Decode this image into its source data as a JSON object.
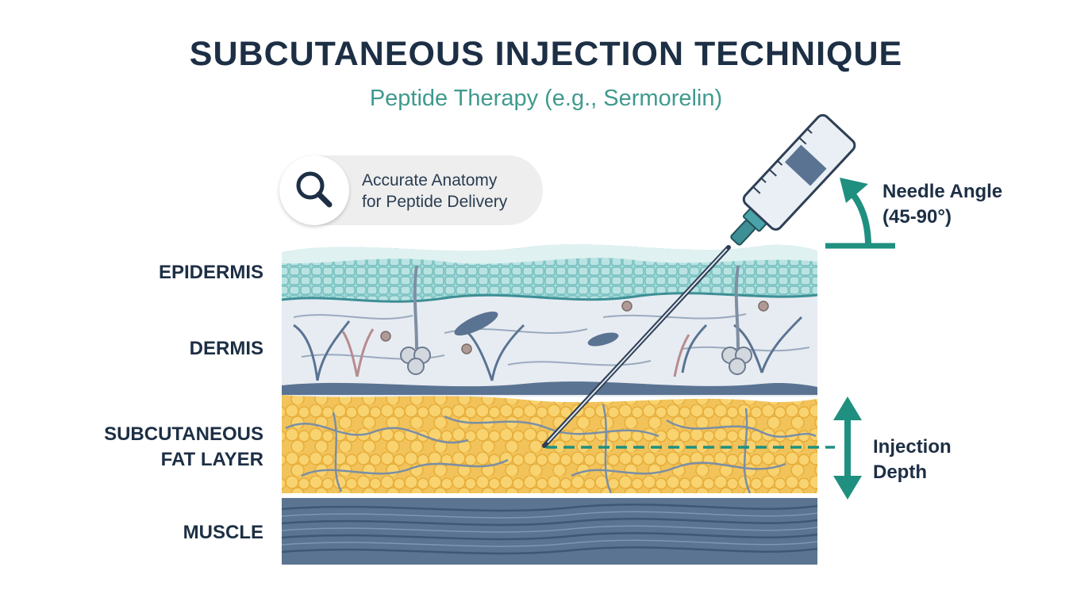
{
  "header": {
    "title": "SUBCUTANEOUS INJECTION TECHNIQUE",
    "subtitle": "Peptide Therapy (e.g., Sermorelin)"
  },
  "callout": {
    "line1": "Accurate Anatomy",
    "line2": "for Peptide Delivery",
    "icon": "magnifying-glass-icon"
  },
  "layers": {
    "epidermis": "EPIDERMIS",
    "dermis": "DERMIS",
    "fat_line1": "SUBCUTANEOUS",
    "fat_line2": "FAT LAYER",
    "muscle": "MUSCLE"
  },
  "annotations": {
    "needle_angle_line1": "Needle Angle",
    "needle_angle_line2": "(45-90°)",
    "depth_line1": "Injection",
    "depth_line2": "Depth"
  },
  "colors": {
    "title": "#1d2f45",
    "subtitle": "#3f9a8e",
    "accent_teal": "#1f8f80",
    "epidermis": "#8fd0d0",
    "dermis": "#e6ebf2",
    "fat": "#f5c95a",
    "muscle": "#5a7491"
  }
}
